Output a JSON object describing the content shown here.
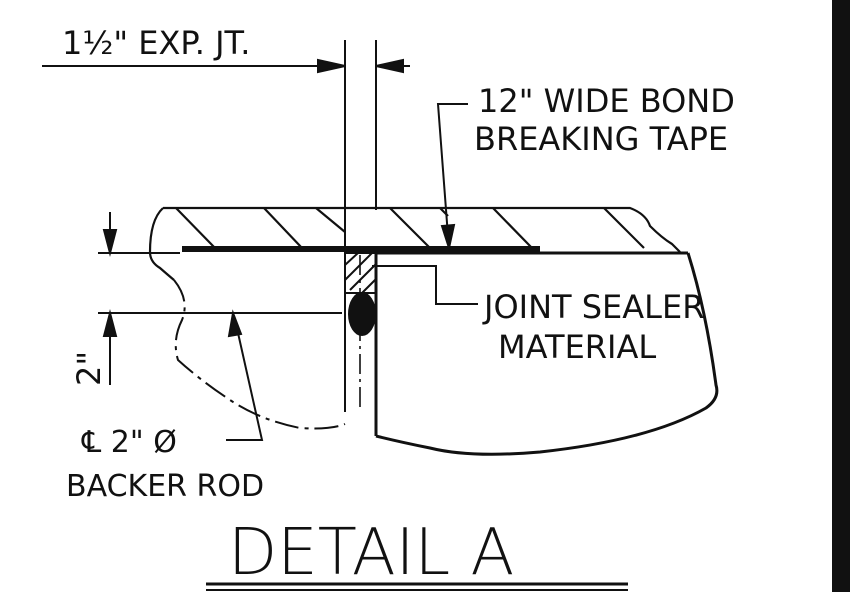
{
  "labels": {
    "expansion_joint": "1½\" EXP. JT.",
    "bond_tape_line1": "12\" WIDE BOND",
    "bond_tape_line2": "BREAKING TAPE",
    "sealer_line1": "JOINT SEALER",
    "sealer_line2": "MATERIAL",
    "dimension": "2\"",
    "backer_rod_line1": "℄ 2\" Ø",
    "backer_rod_line2": "BACKER ROD",
    "detail_title": "DETAIL A"
  },
  "colors": {
    "ink": "#111111",
    "background": "#ffffff"
  }
}
